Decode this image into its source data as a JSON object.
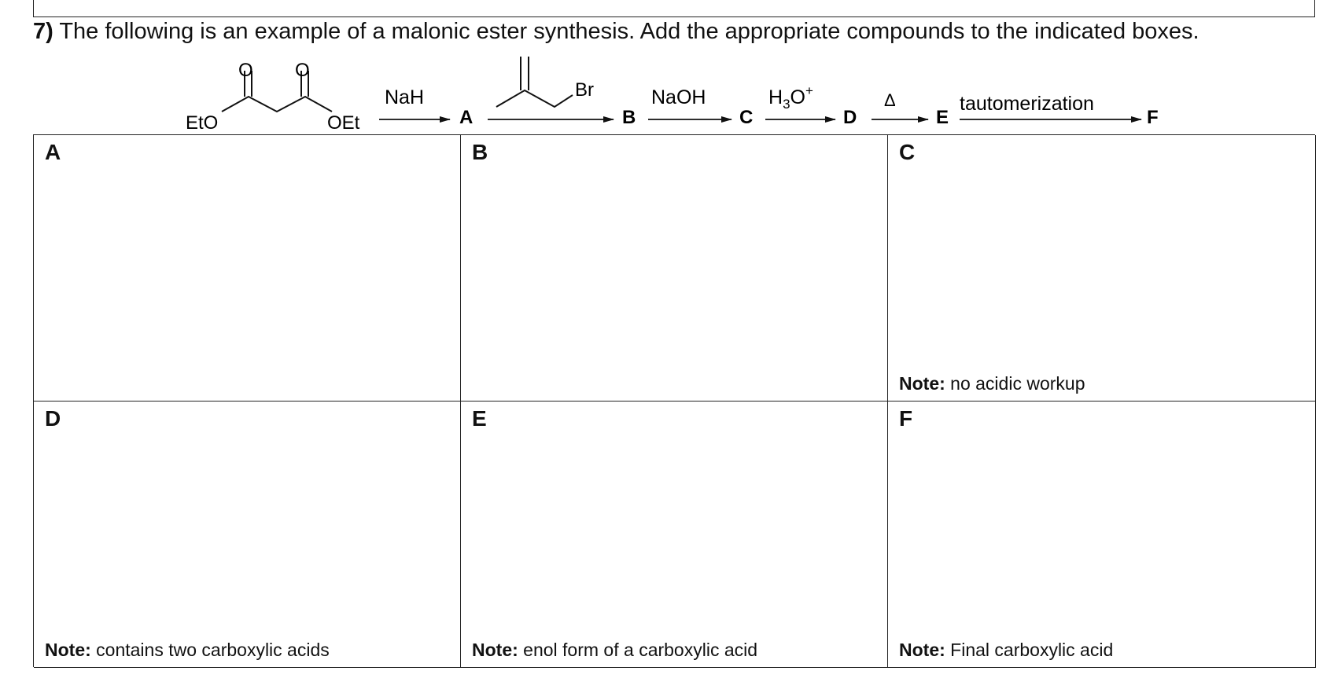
{
  "question": {
    "number": "7)",
    "text": "The following is an example of a malonic ester synthesis. Add the appropriate compounds to the indicated boxes."
  },
  "scheme": {
    "start": {
      "left_group": "EtO",
      "right_group": "OEt",
      "carbonyl_o": "O"
    },
    "steps": [
      {
        "reagent": "NaH",
        "product": "A"
      },
      {
        "reagent": "Br",
        "product": "B"
      },
      {
        "reagent": "NaOH",
        "product": "C"
      },
      {
        "reagent": "H3O+",
        "reagent_base": "H",
        "reagent_sub": "3",
        "reagent_rest": "O",
        "reagent_sup": "+",
        "product": "D"
      },
      {
        "reagent": "Δ",
        "product": "E"
      },
      {
        "reagent": "tautomerization",
        "product": "F"
      }
    ]
  },
  "boxes": [
    {
      "label": "A",
      "note_bold": "",
      "note_text": ""
    },
    {
      "label": "B",
      "note_bold": "",
      "note_text": ""
    },
    {
      "label": "C",
      "note_bold": "Note:",
      "note_text": "no acidic workup"
    },
    {
      "label": "D",
      "note_bold": "Note:",
      "note_text": "contains two carboxylic acids"
    },
    {
      "label": "E",
      "note_bold": "Note:",
      "note_text": "enol form of a carboxylic acid"
    },
    {
      "label": "F",
      "note_bold": "Note:",
      "note_text": "Final carboxylic acid"
    }
  ]
}
